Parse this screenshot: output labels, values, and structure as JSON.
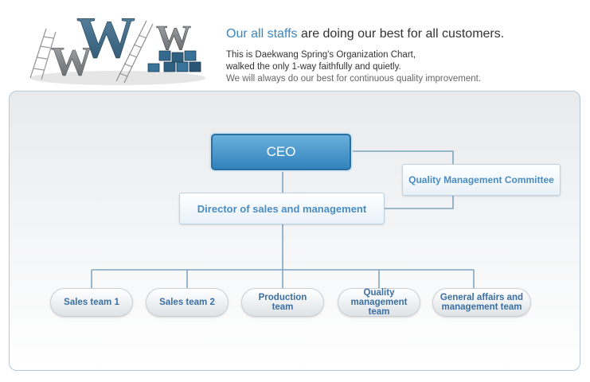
{
  "intro": {
    "headline_highlight": "Our all staffs",
    "headline_rest": " are doing our best for all customers.",
    "line1": "This is Daekwang Spring's Organization Chart,",
    "line2": "walked the only 1-way faithfully and quietly.",
    "line3": "We will always do our best for continuous quality improvement."
  },
  "org": {
    "ceo": "CEO",
    "qmc": "Quality Management Committee",
    "director": "Director of sales and management",
    "teams": [
      "Sales team 1",
      "Sales team 2",
      "Production team",
      "Quality management team",
      "General affairs and management team"
    ]
  },
  "colors": {
    "accent": "#3b87c3",
    "ceo_box": "#3283bd",
    "connector": "#7fa6c1"
  }
}
